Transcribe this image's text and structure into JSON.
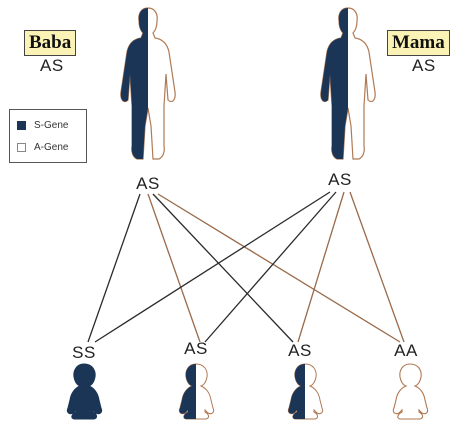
{
  "parents": {
    "father": {
      "name": "Baba",
      "genotype": "AS"
    },
    "mother": {
      "name": "Mama",
      "genotype": "AS"
    }
  },
  "legend": {
    "s_gene": "S-Gene",
    "a_gene": "A-Gene"
  },
  "colors": {
    "s_gene": "#1a3556",
    "a_gene_outline": "#b07a55",
    "box_fill": "#fbf3b5",
    "line_dark": "#2b2b2b",
    "line_brown": "#9a6a4a"
  },
  "cross": {
    "left_parent_label": "AS",
    "right_parent_label": "AS"
  },
  "children": [
    {
      "genotype": "SS",
      "fill": "full"
    },
    {
      "genotype": "AS",
      "fill": "half"
    },
    {
      "genotype": "AS",
      "fill": "half"
    },
    {
      "genotype": "AA",
      "fill": "none"
    }
  ]
}
